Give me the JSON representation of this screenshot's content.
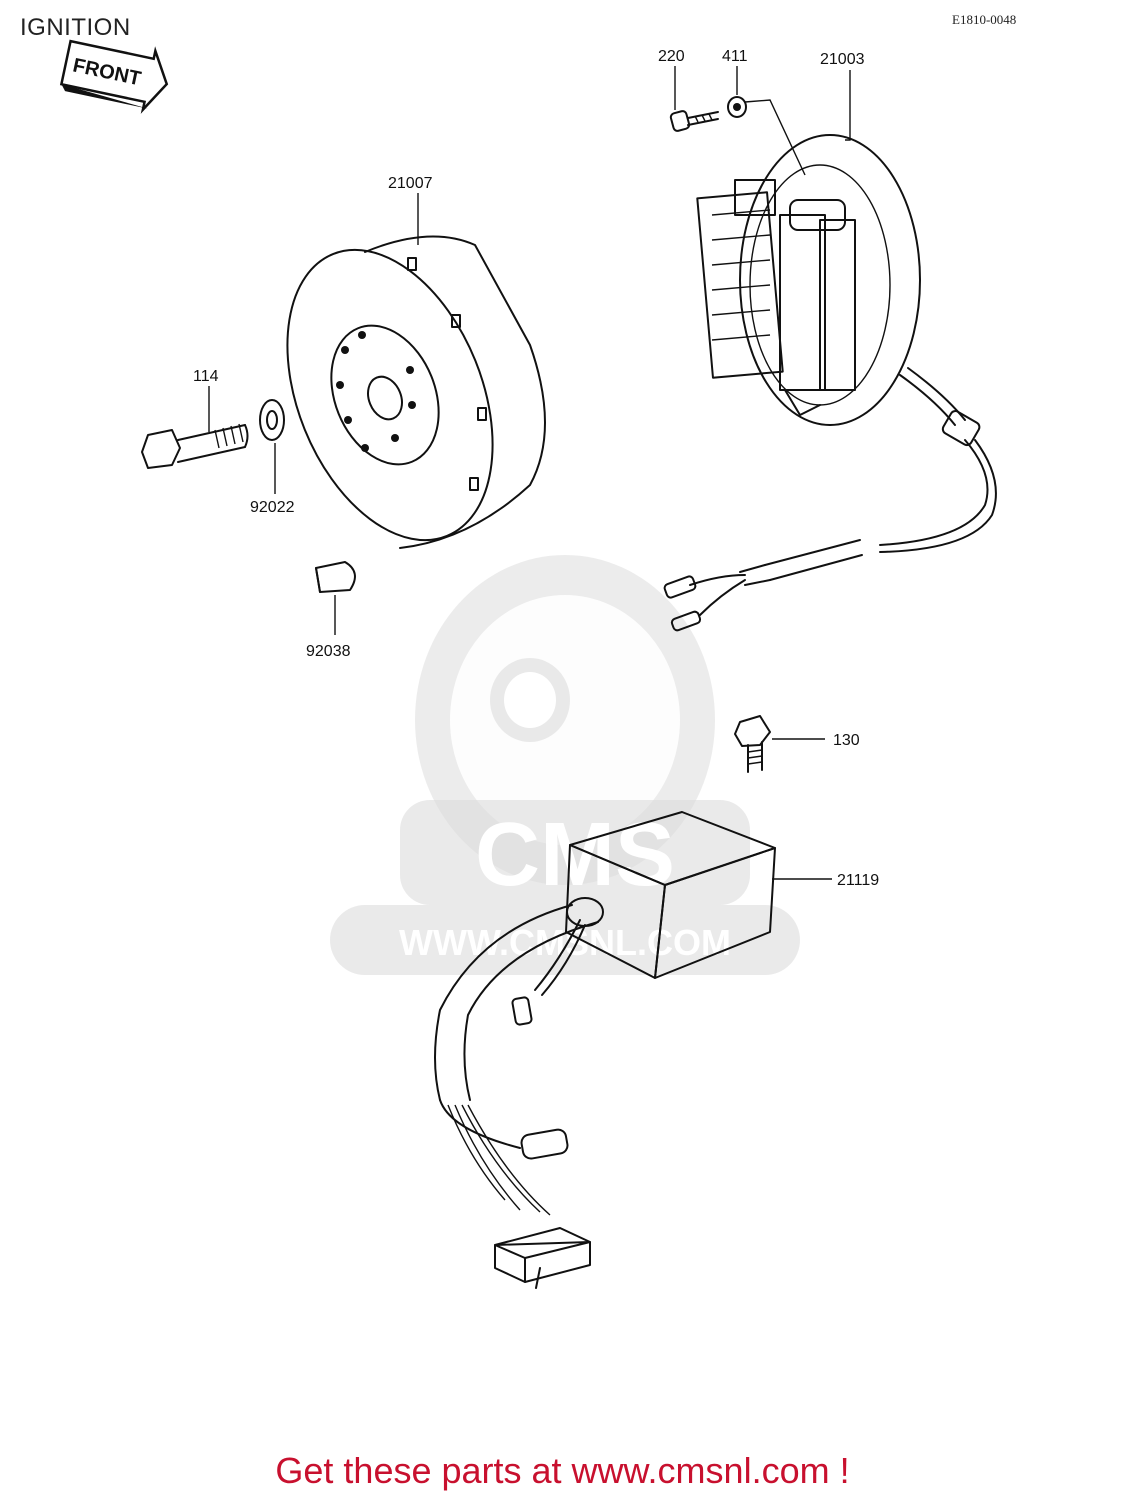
{
  "header": {
    "title": "IGNITION",
    "diagram_code": "E1810-0048",
    "front_arrow_label": "FRONT"
  },
  "parts": [
    {
      "id": "part-220",
      "number": "220"
    },
    {
      "id": "part-411",
      "number": "411"
    },
    {
      "id": "part-21003",
      "number": "21003"
    },
    {
      "id": "part-21007",
      "number": "21007"
    },
    {
      "id": "part-114",
      "number": "114"
    },
    {
      "id": "part-92022",
      "number": "92022"
    },
    {
      "id": "part-92038",
      "number": "92038"
    },
    {
      "id": "part-130",
      "number": "130"
    },
    {
      "id": "part-21119",
      "number": "21119"
    }
  ],
  "watermark": {
    "logo_text": "CMS",
    "url_text": "WWW.CMSNL.COM"
  },
  "footer": {
    "banner": "Get these parts at www.cmsnl.com !"
  }
}
